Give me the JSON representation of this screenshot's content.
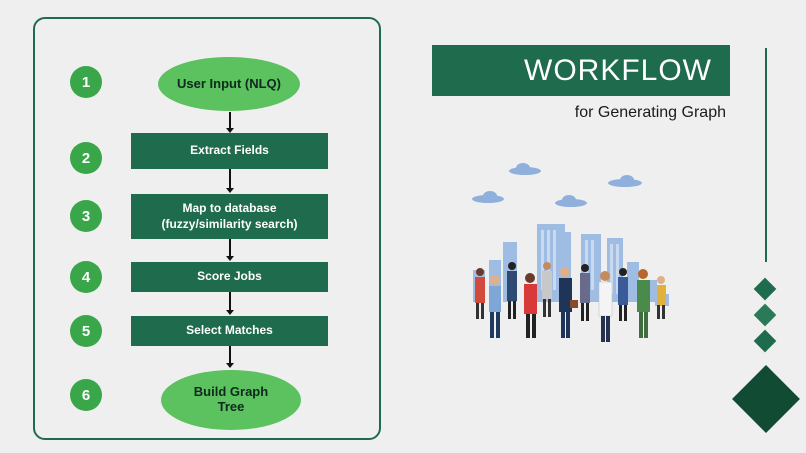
{
  "workflow": {
    "title": "WORKFLOW",
    "subtitle": "for Generating Graph"
  },
  "steps": [
    {
      "number": "1",
      "label": "User Input (NLQ)",
      "shape": "oval"
    },
    {
      "number": "2",
      "label": "Extract Fields",
      "shape": "box"
    },
    {
      "number": "3",
      "label": "Map to database\n(fuzzy/similarity search)",
      "shape": "box"
    },
    {
      "number": "4",
      "label": "Score Jobs",
      "shape": "box"
    },
    {
      "number": "5",
      "label": "Select Matches",
      "shape": "box"
    },
    {
      "number": "6",
      "label": "Build Graph\nTree",
      "shape": "oval"
    }
  ],
  "colors": {
    "dark_green": "#1f6b4e",
    "step_green": "#3aa64a",
    "oval_green": "#5cc15f",
    "background": "#efefef"
  },
  "illustration": {
    "icon": "city-people-illustration"
  }
}
